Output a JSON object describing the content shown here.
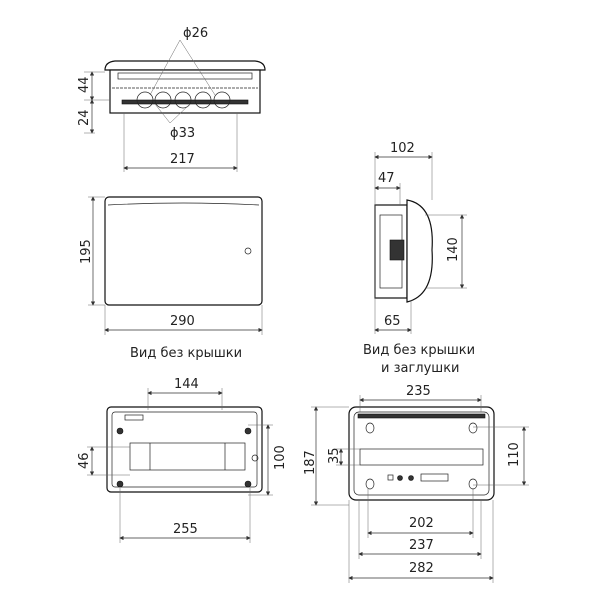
{
  "top_view": {
    "d_top": "ϕ26",
    "d_bottom": "ϕ33",
    "h1": "44",
    "h2": "24",
    "width": "217"
  },
  "front_view": {
    "height": "195",
    "width": "290"
  },
  "side_view": {
    "depth": "102",
    "offset": "47",
    "height": "140",
    "base": "65"
  },
  "captions": {
    "left": "Вид без крышки",
    "right_line1": "Вид без крышки",
    "right_line2": "и заглушки"
  },
  "inner_left": {
    "top": "144",
    "left_height": "46",
    "right_height": "100",
    "bottom": "255"
  },
  "inner_right": {
    "top": "235",
    "height": "187",
    "rail": "35",
    "holes_v": "110",
    "w1": "202",
    "w2": "237",
    "w3": "282"
  }
}
